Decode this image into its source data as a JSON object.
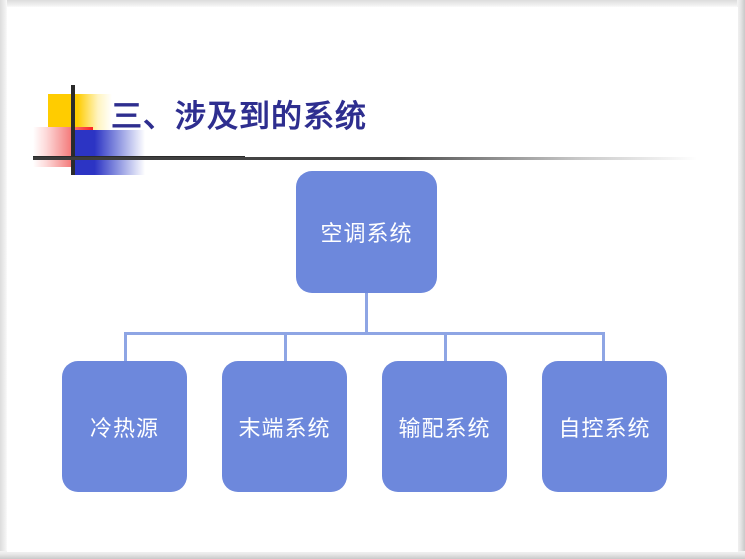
{
  "slide": {
    "title": "三、涉及到的系统",
    "title_color": "#2e2e8f",
    "background_color": "#ffffff",
    "decoration": {
      "yellow_color": "#ffcc00",
      "red_color": "#fb2222",
      "blue_color": "#2c34c4",
      "cross_color": "#2b2b2b"
    }
  },
  "diagram": {
    "type": "org-chart",
    "node_fill_color": "#6d88dc",
    "node_text_color": "#ffffff",
    "connector_color": "#8ea5e4",
    "root": {
      "label": "空调系统"
    },
    "children": [
      {
        "label": "冷热源"
      },
      {
        "label": "末端系统"
      },
      {
        "label": "输配系统"
      },
      {
        "label": "自控系统"
      }
    ]
  }
}
